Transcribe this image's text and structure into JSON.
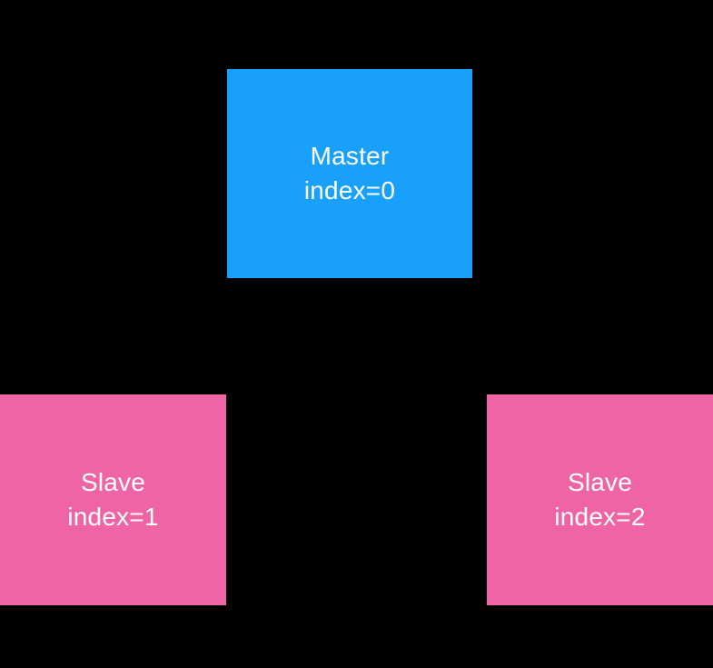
{
  "diagram": {
    "background_color": "#000000",
    "text_color": "#ffffff",
    "nodes": {
      "master": {
        "line1": "Master",
        "line2": "index=0",
        "color": "#18a0fb"
      },
      "slave1": {
        "line1": "Slave",
        "line2": "index=1",
        "color": "#ee64a5"
      },
      "slave2": {
        "line1": "Slave",
        "line2": "index=2",
        "color": "#ee64a5"
      }
    }
  }
}
